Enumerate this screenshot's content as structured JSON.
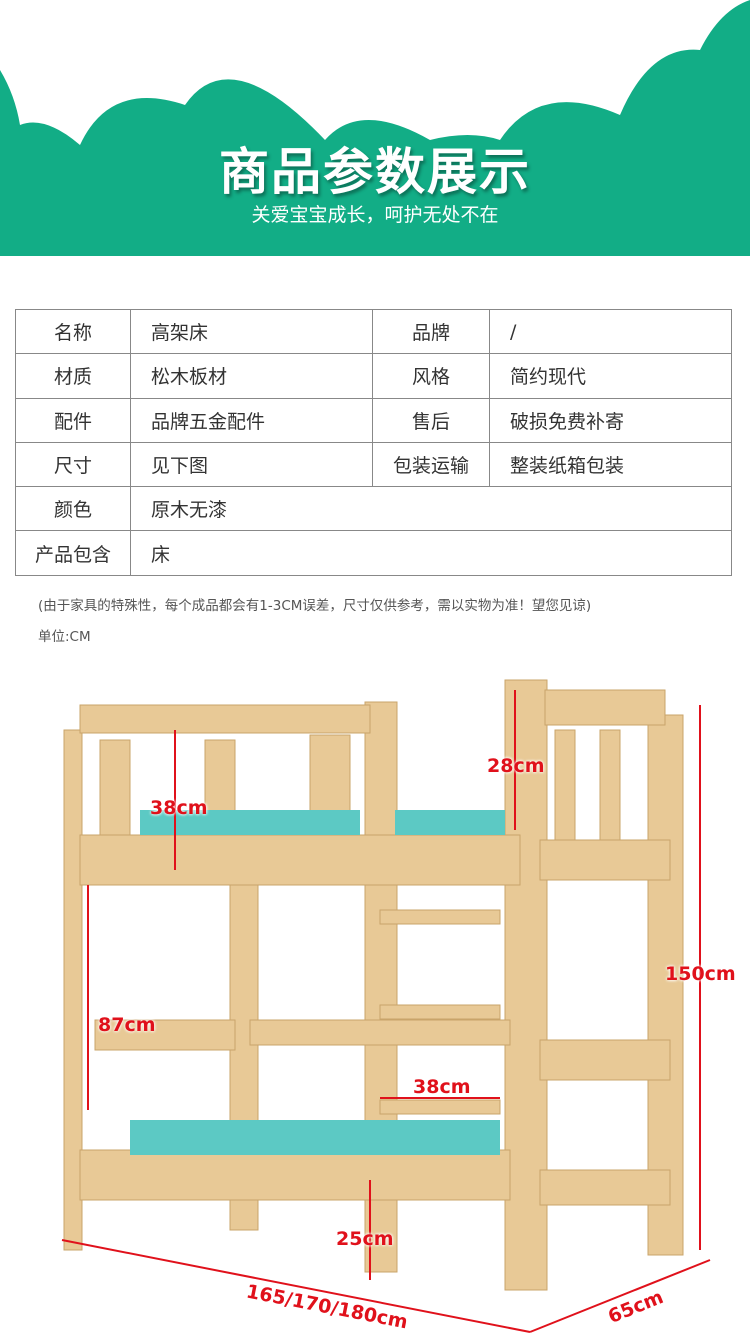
{
  "header": {
    "title": "商品参数展示",
    "subtitle": "关爱宝宝成长，呵护无处不在",
    "color": "#12ad86"
  },
  "specs": [
    {
      "label": "名称",
      "value": "高架床",
      "label2": "品牌",
      "value2": "/"
    },
    {
      "label": "材质",
      "value": "松木板材",
      "label2": "风格",
      "value2": "简约现代"
    },
    {
      "label": "配件",
      "value": "品牌五金配件",
      "label2": "售后",
      "value2": "破损免费补寄"
    },
    {
      "label": "尺寸",
      "value": "见下图",
      "label2": "包装运输",
      "value2": "整装纸箱包装"
    },
    {
      "label": "颜色",
      "value": "原木无漆"
    },
    {
      "label": "产品包含",
      "value": "床"
    }
  ],
  "note": "(由于家具的特殊性，每个成品都会有1-3CM误差，尺寸仅供参考，需以实物为准！望您见谅)",
  "unit": "单位:CM",
  "dimensions": {
    "rail_upper": "38cm",
    "rail_top": "28cm",
    "height_total": "150cm",
    "lower_clearance": "87cm",
    "ladder_width": "38cm",
    "leg_height": "25cm",
    "length": "165/170/180cm",
    "width": "65cm"
  }
}
